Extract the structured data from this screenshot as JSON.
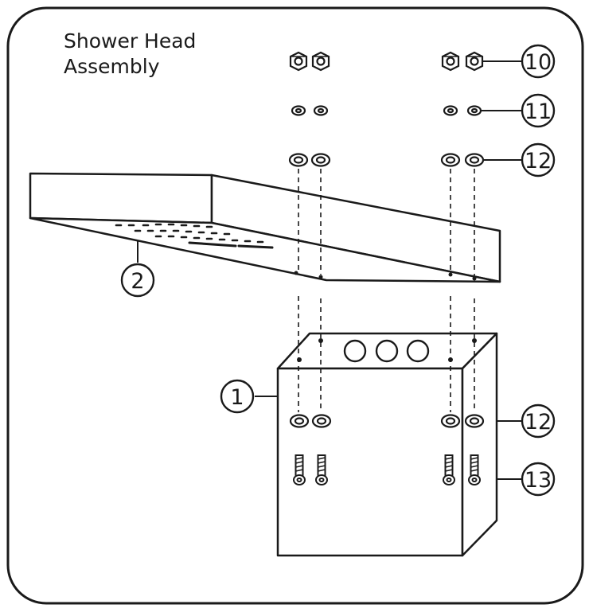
{
  "diagram": {
    "title_line1": "Shower Head",
    "title_line2": "Assembly",
    "callouts": [
      "1",
      "2",
      "10",
      "11",
      "12",
      "12",
      "13"
    ]
  },
  "colors": {
    "stroke": "#1a1a1a",
    "background": "#ffffff"
  }
}
